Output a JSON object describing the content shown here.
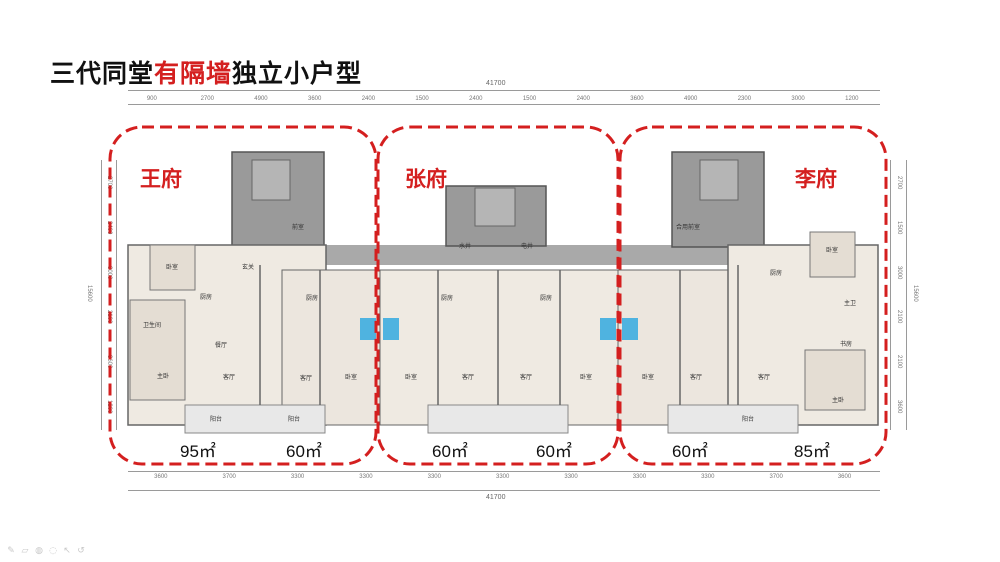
{
  "title": {
    "part1": "三代同堂",
    "highlight": "有隔墙",
    "part2": "独立小户型"
  },
  "dimensions": {
    "total_top": "41700",
    "total_bottom": "41700",
    "top": [
      "900",
      "2700",
      "4900",
      "3600",
      "2400",
      "1500",
      "2400",
      "1500",
      "2400",
      "3600",
      "4900",
      "2300",
      "3000",
      "1200"
    ],
    "bottom": [
      "3600",
      "3700",
      "3300",
      "3300",
      "3300",
      "3300",
      "3300",
      "3300",
      "3300",
      "3700",
      "3600"
    ],
    "left": [
      "2700",
      "2400",
      "3000",
      "2100",
      "3600",
      "1200"
    ],
    "left_total": "15600",
    "right": [
      "2700",
      "1500",
      "3000",
      "2100",
      "2100",
      "3600"
    ],
    "right_total": "15600"
  },
  "families": [
    {
      "name": "王府",
      "areas": [
        "95㎡",
        "60㎡"
      ]
    },
    {
      "name": "张府",
      "areas": [
        "60㎡",
        "60㎡"
      ]
    },
    {
      "name": "李府",
      "areas": [
        "60㎡",
        "85㎡"
      ]
    }
  ],
  "rooms": {
    "bedroom": "卧室",
    "master": "主卧",
    "kitchen": "厨房",
    "dining": "餐厅",
    "living": "客厅",
    "bath": "卫生间",
    "balcony": "阳台",
    "entry": "玄关",
    "study": "书房",
    "well": "水井",
    "elec": "电井",
    "stair": "前室",
    "stair_common": "合用前室",
    "bath_main": "主卫"
  },
  "colors": {
    "accent": "#d41f1f",
    "wall": "#7f7f7f",
    "core": "#9e9e9e",
    "floor": "#efeae2"
  },
  "toolbar_icons": [
    "pen-icon",
    "eraser-icon",
    "highlighter-icon",
    "shape-icon",
    "pointer-icon",
    "undo-icon"
  ]
}
